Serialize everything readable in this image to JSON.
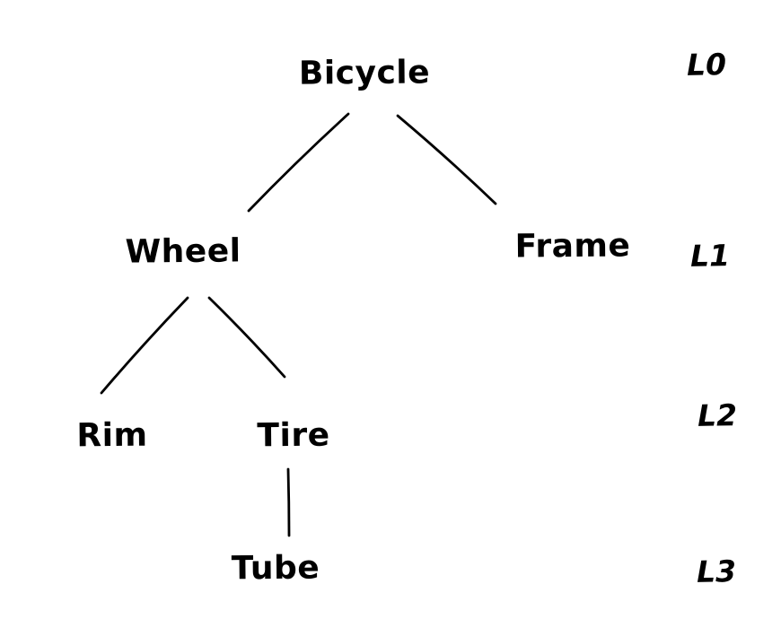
{
  "colors": {
    "ink": "#000000",
    "background": "#ffffff"
  },
  "diagram": {
    "type": "tree",
    "style": "hand-drawn",
    "nodes": [
      {
        "id": "bicycle",
        "label": "Bicycle",
        "level": 0
      },
      {
        "id": "wheel",
        "label": "Wheel",
        "level": 1
      },
      {
        "id": "frame",
        "label": "Frame",
        "level": 1
      },
      {
        "id": "rim",
        "label": "Rim",
        "level": 2
      },
      {
        "id": "tire",
        "label": "Tire",
        "level": 2
      },
      {
        "id": "tube",
        "label": "Tube",
        "level": 3
      }
    ],
    "edges": [
      {
        "from": "Bicycle",
        "to": "Wheel"
      },
      {
        "from": "Bicycle",
        "to": "Frame"
      },
      {
        "from": "Wheel",
        "to": "Rim"
      },
      {
        "from": "Wheel",
        "to": "Tire"
      },
      {
        "from": "Tire",
        "to": "Tube"
      }
    ],
    "level_labels": [
      {
        "label": "L0"
      },
      {
        "label": "L1"
      },
      {
        "label": "L2"
      },
      {
        "label": "L3"
      }
    ]
  }
}
